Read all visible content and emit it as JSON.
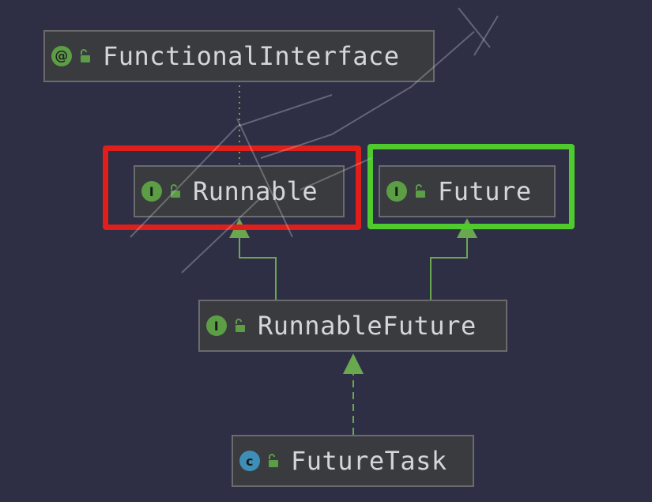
{
  "colors": {
    "background": "#2e2e45",
    "node_fill": "#3a3b3e",
    "node_border": "#6b6b6e",
    "text": "#d4d6d8",
    "interface_badge": "#5c9e46",
    "class_badge": "#3d8fb8",
    "arrow": "#6aa84f",
    "highlight_red": "#e11f1a",
    "highlight_green": "#4fcb2e"
  },
  "nodes": {
    "functional_interface": {
      "label": "FunctionalInterface",
      "badge": "@",
      "kind": "annotation"
    },
    "runnable": {
      "label": "Runnable",
      "badge": "I",
      "kind": "interface"
    },
    "future": {
      "label": "Future",
      "badge": "I",
      "kind": "interface"
    },
    "runnable_future": {
      "label": "RunnableFuture",
      "badge": "I",
      "kind": "interface"
    },
    "future_task": {
      "label": "FutureTask",
      "badge": "c",
      "kind": "class"
    }
  },
  "edges": [
    {
      "from": "runnable",
      "to": "functional_interface",
      "style": "dotted-annotation"
    },
    {
      "from": "runnable_future",
      "to": "runnable",
      "style": "extends"
    },
    {
      "from": "runnable_future",
      "to": "future",
      "style": "extends"
    },
    {
      "from": "future_task",
      "to": "runnable_future",
      "style": "implements"
    }
  ],
  "highlights": [
    {
      "target": "runnable",
      "color": "red"
    },
    {
      "target": "future",
      "color": "green"
    }
  ]
}
